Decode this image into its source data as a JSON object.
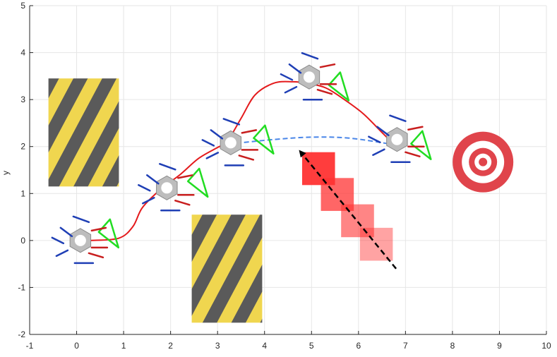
{
  "chart_data": {
    "type": "line",
    "title": "",
    "xlabel": "",
    "ylabel": "y",
    "xlim": [
      -1,
      10
    ],
    "ylim": [
      -2,
      5
    ],
    "grid": true,
    "x_ticks": [
      "-1",
      "0",
      "1",
      "2",
      "3",
      "4",
      "5",
      "6",
      "7",
      "8",
      "9",
      "10"
    ],
    "y_ticks": [
      "-2",
      "-1",
      "0",
      "1",
      "2",
      "3",
      "4",
      "5"
    ],
    "series": [
      {
        "kind": "trajectory",
        "color": "#e41a1c",
        "x": [
          0.3,
          0.9,
          1.2,
          1.4,
          1.8,
          2.2,
          2.6,
          3.0,
          3.2,
          3.5,
          3.8,
          4.2,
          4.6,
          4.9,
          5.3,
          5.7,
          6.1,
          6.5,
          6.8
        ],
        "y": [
          0.0,
          0.05,
          0.3,
          0.7,
          1.1,
          1.4,
          1.75,
          1.98,
          2.1,
          2.6,
          3.1,
          3.35,
          3.38,
          3.35,
          3.25,
          3.0,
          2.7,
          2.3,
          2.0
        ]
      },
      {
        "kind": "planned",
        "color": "#4a86e8",
        "style": "dashed",
        "x": [
          3.4,
          4.2,
          5.0,
          5.8,
          6.7
        ],
        "y": [
          2.07,
          2.15,
          2.2,
          2.18,
          2.05
        ]
      }
    ],
    "robots": [
      {
        "x": 0.08,
        "y": 0.0
      },
      {
        "x": 1.92,
        "y": 1.12
      },
      {
        "x": 3.28,
        "y": 2.08
      },
      {
        "x": 4.95,
        "y": 3.48
      },
      {
        "x": 6.82,
        "y": 2.15
      }
    ],
    "goal_markers": [
      {
        "x": 0.65,
        "y": 0.12
      },
      {
        "x": 2.55,
        "y": 1.2
      },
      {
        "x": 3.95,
        "y": 2.12
      },
      {
        "x": 5.55,
        "y": 3.25
      },
      {
        "x": 7.3,
        "y": 2.0
      }
    ],
    "hazard_zones": [
      {
        "x0": -0.6,
        "x1": 0.9,
        "y0": 1.15,
        "y1": 3.45
      },
      {
        "x0": 2.45,
        "x1": 3.95,
        "y0": -1.75,
        "y1": 0.55
      }
    ],
    "moving_obstacle": {
      "color": "#ff3333",
      "squares": [
        {
          "cx": 5.15,
          "cy": 1.53,
          "opacity": 0.95
        },
        {
          "cx": 5.55,
          "cy": 0.98,
          "opacity": 0.75
        },
        {
          "cx": 5.98,
          "cy": 0.42,
          "opacity": 0.6
        },
        {
          "cx": 6.38,
          "cy": -0.08,
          "opacity": 0.45
        }
      ],
      "square_size": 0.7,
      "direction": {
        "x_from": 6.8,
        "y_from": -0.6,
        "x_to": 4.78,
        "y_to": 1.87
      }
    },
    "target": {
      "x": 8.65,
      "y": 1.67,
      "color": "#e0444b"
    }
  }
}
